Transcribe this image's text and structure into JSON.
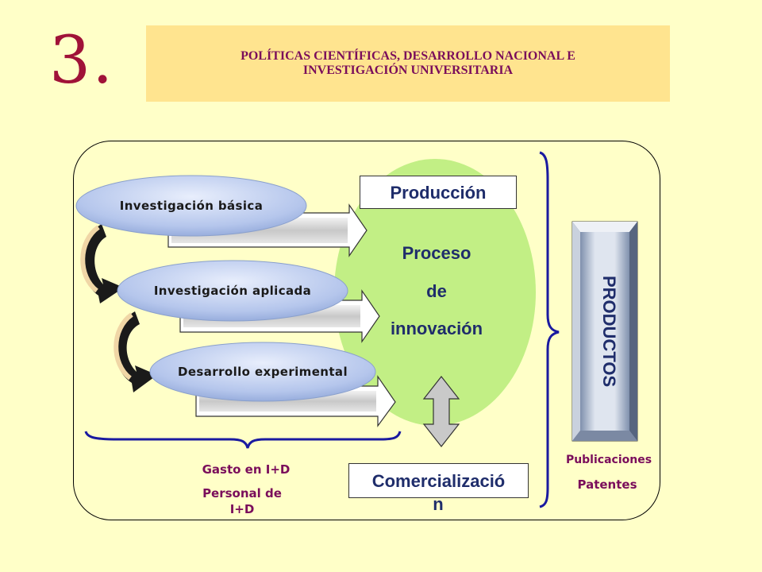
{
  "slide": {
    "number": "3.",
    "title_line1": "POLÍTICAS CIENTÍFICAS, DESARROLLO NACIONAL E",
    "title_line2": "INVESTIGACIÓN UNIVERSITARIA"
  },
  "stages": [
    {
      "label": "Investigación básica"
    },
    {
      "label": "Investigación aplicada"
    },
    {
      "label": "Desarrollo experimental"
    }
  ],
  "center": {
    "produccion": "Producción",
    "proceso_line1": "Proceso",
    "proceso_line2": "de",
    "proceso_line3": "innovación",
    "comercializacion_line1": "Comercializació",
    "comercializacion_line2": "n"
  },
  "inputs": {
    "gasto": "Gasto en I+D",
    "personal_line1": "Personal de",
    "personal_line2": "I+D"
  },
  "outputs": {
    "productos": "PRODUCTOS",
    "publicaciones": "Publicaciones",
    "patentes": "Patentes"
  },
  "colors": {
    "background": "#ffffc8",
    "banner": "#ffe48f",
    "accent_red": "#a01238",
    "purple_text": "#7a0d5b",
    "navy": "#1f2d6b",
    "innovation_oval": "#c2ef85",
    "stage_ellipse": "#b8c8ec",
    "brace": "#1a1aa0"
  }
}
